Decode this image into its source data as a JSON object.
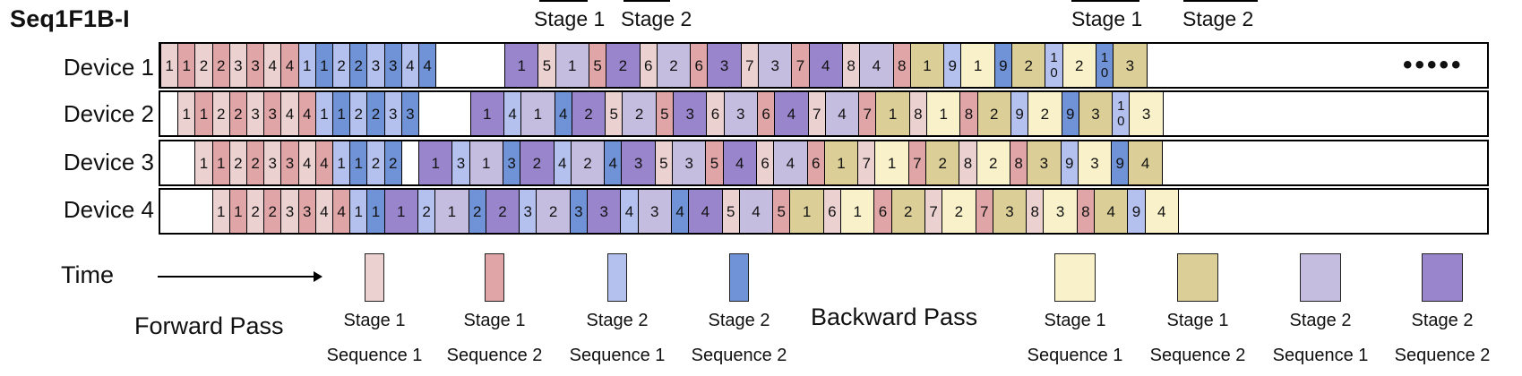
{
  "title": "Seq1F1B-I",
  "top_labels": [
    "Stage 1",
    "Stage 2",
    "Stage 1",
    "Stage 2"
  ],
  "ellipsis": "•••••",
  "colors": {
    "f_s1_q1": "#ecd1d1",
    "f_s1_q2": "#e0a5a7",
    "f_s2_q1": "#b4c1ef",
    "f_s2_q2": "#6f93d6",
    "b_s1_q1": "#f8f1c9",
    "b_s1_q2": "#dbcf97",
    "b_s2_q1": "#c4bddf",
    "b_s2_q2": "#9885cc"
  },
  "devices": [
    {
      "label": "Device 1",
      "cells": [
        {
          "t": "1",
          "c": "f_s1_q1"
        },
        {
          "t": "1",
          "c": "f_s1_q2"
        },
        {
          "t": "2",
          "c": "f_s1_q1"
        },
        {
          "t": "2",
          "c": "f_s1_q2"
        },
        {
          "t": "3",
          "c": "f_s1_q1"
        },
        {
          "t": "3",
          "c": "f_s1_q2"
        },
        {
          "t": "4",
          "c": "f_s1_q1"
        },
        {
          "t": "4",
          "c": "f_s1_q2"
        },
        {
          "t": "1",
          "c": "f_s2_q1"
        },
        {
          "t": "1",
          "c": "f_s2_q2"
        },
        {
          "t": "2",
          "c": "f_s2_q1"
        },
        {
          "t": "2",
          "c": "f_s2_q2"
        },
        {
          "t": "3",
          "c": "f_s2_q1"
        },
        {
          "t": "3",
          "c": "f_s2_q2"
        },
        {
          "t": "4",
          "c": "f_s2_q1"
        },
        {
          "t": "4",
          "c": "f_s2_q2"
        },
        {
          "t": "",
          "c": "empty"
        },
        {
          "t": "",
          "c": "empty"
        },
        {
          "t": "",
          "c": "empty"
        },
        {
          "t": "",
          "c": "empty"
        },
        {
          "t": "1",
          "c": "b_s2_q2"
        },
        {
          "t": "5",
          "c": "f_s1_q1"
        },
        {
          "t": "1",
          "c": "b_s2_q1"
        },
        {
          "t": "5",
          "c": "f_s1_q2"
        },
        {
          "t": "2",
          "c": "b_s2_q2"
        },
        {
          "t": "6",
          "c": "f_s1_q1"
        },
        {
          "t": "2",
          "c": "b_s2_q1"
        },
        {
          "t": "6",
          "c": "f_s1_q2"
        },
        {
          "t": "3",
          "c": "b_s2_q2"
        },
        {
          "t": "7",
          "c": "f_s1_q1"
        },
        {
          "t": "3",
          "c": "b_s2_q1"
        },
        {
          "t": "7",
          "c": "f_s1_q2"
        },
        {
          "t": "4",
          "c": "b_s2_q2"
        },
        {
          "t": "8",
          "c": "f_s1_q1"
        },
        {
          "t": "4",
          "c": "b_s2_q1"
        },
        {
          "t": "8",
          "c": "f_s1_q2"
        },
        {
          "t": "1",
          "c": "b_s1_q2"
        },
        {
          "t": "9",
          "c": "f_s2_q1"
        },
        {
          "t": "1",
          "c": "b_s1_q1"
        },
        {
          "t": "9",
          "c": "f_s2_q2"
        },
        {
          "t": "2",
          "c": "b_s1_q2"
        },
        {
          "t": "10",
          "c": "f_s2_q1"
        },
        {
          "t": "2",
          "c": "b_s1_q1"
        },
        {
          "t": "10",
          "c": "f_s2_q2"
        },
        {
          "t": "3",
          "c": "b_s1_q2"
        }
      ]
    },
    {
      "label": "Device 2",
      "cells": [
        {
          "t": "",
          "c": "empty"
        },
        {
          "t": "1",
          "c": "f_s1_q1"
        },
        {
          "t": "1",
          "c": "f_s1_q2"
        },
        {
          "t": "2",
          "c": "f_s1_q1"
        },
        {
          "t": "2",
          "c": "f_s1_q2"
        },
        {
          "t": "3",
          "c": "f_s1_q1"
        },
        {
          "t": "3",
          "c": "f_s1_q2"
        },
        {
          "t": "4",
          "c": "f_s1_q1"
        },
        {
          "t": "4",
          "c": "f_s1_q2"
        },
        {
          "t": "1",
          "c": "f_s2_q1"
        },
        {
          "t": "1",
          "c": "f_s2_q2"
        },
        {
          "t": "2",
          "c": "f_s2_q1"
        },
        {
          "t": "2",
          "c": "f_s2_q2"
        },
        {
          "t": "3",
          "c": "f_s2_q1"
        },
        {
          "t": "3",
          "c": "f_s2_q2"
        },
        {
          "t": "",
          "c": "empty"
        },
        {
          "t": "",
          "c": "empty"
        },
        {
          "t": "",
          "c": "empty"
        },
        {
          "t": "1",
          "c": "b_s2_q2"
        },
        {
          "t": "4",
          "c": "f_s2_q1"
        },
        {
          "t": "1",
          "c": "b_s2_q1"
        },
        {
          "t": "4",
          "c": "f_s2_q2"
        },
        {
          "t": "2",
          "c": "b_s2_q2"
        },
        {
          "t": "5",
          "c": "f_s1_q1"
        },
        {
          "t": "2",
          "c": "b_s2_q1"
        },
        {
          "t": "5",
          "c": "f_s1_q2"
        },
        {
          "t": "3",
          "c": "b_s2_q2"
        },
        {
          "t": "6",
          "c": "f_s1_q1"
        },
        {
          "t": "3",
          "c": "b_s2_q1"
        },
        {
          "t": "6",
          "c": "f_s1_q2"
        },
        {
          "t": "4",
          "c": "b_s2_q2"
        },
        {
          "t": "7",
          "c": "f_s1_q1"
        },
        {
          "t": "4",
          "c": "b_s2_q1"
        },
        {
          "t": "7",
          "c": "f_s1_q2"
        },
        {
          "t": "1",
          "c": "b_s1_q2"
        },
        {
          "t": "8",
          "c": "f_s1_q1"
        },
        {
          "t": "1",
          "c": "b_s1_q1"
        },
        {
          "t": "8",
          "c": "f_s1_q2"
        },
        {
          "t": "2",
          "c": "b_s1_q2"
        },
        {
          "t": "9",
          "c": "f_s2_q1"
        },
        {
          "t": "2",
          "c": "b_s1_q1"
        },
        {
          "t": "9",
          "c": "f_s2_q2"
        },
        {
          "t": "3",
          "c": "b_s1_q2"
        },
        {
          "t": "10",
          "c": "f_s2_q1"
        },
        {
          "t": "3",
          "c": "b_s1_q1"
        }
      ]
    },
    {
      "label": "Device 3",
      "cells": [
        {
          "t": "",
          "c": "empty"
        },
        {
          "t": "",
          "c": "empty"
        },
        {
          "t": "1",
          "c": "f_s1_q1"
        },
        {
          "t": "1",
          "c": "f_s1_q2"
        },
        {
          "t": "2",
          "c": "f_s1_q1"
        },
        {
          "t": "2",
          "c": "f_s1_q2"
        },
        {
          "t": "3",
          "c": "f_s1_q1"
        },
        {
          "t": "3",
          "c": "f_s1_q2"
        },
        {
          "t": "4",
          "c": "f_s1_q1"
        },
        {
          "t": "4",
          "c": "f_s1_q2"
        },
        {
          "t": "1",
          "c": "f_s2_q1"
        },
        {
          "t": "1",
          "c": "f_s2_q2"
        },
        {
          "t": "2",
          "c": "f_s2_q1"
        },
        {
          "t": "2",
          "c": "f_s2_q2"
        },
        {
          "t": "",
          "c": "empty"
        },
        {
          "t": "1",
          "c": "b_s2_q2"
        },
        {
          "t": "3",
          "c": "f_s2_q1"
        },
        {
          "t": "1",
          "c": "b_s2_q1"
        },
        {
          "t": "3",
          "c": "f_s2_q2"
        },
        {
          "t": "2",
          "c": "b_s2_q2"
        },
        {
          "t": "4",
          "c": "f_s2_q1"
        },
        {
          "t": "2",
          "c": "b_s2_q1"
        },
        {
          "t": "4",
          "c": "f_s2_q2"
        },
        {
          "t": "3",
          "c": "b_s2_q2"
        },
        {
          "t": "5",
          "c": "f_s1_q1"
        },
        {
          "t": "3",
          "c": "b_s2_q1"
        },
        {
          "t": "5",
          "c": "f_s1_q2"
        },
        {
          "t": "4",
          "c": "b_s2_q2"
        },
        {
          "t": "6",
          "c": "f_s1_q1"
        },
        {
          "t": "4",
          "c": "b_s2_q1"
        },
        {
          "t": "6",
          "c": "f_s1_q2"
        },
        {
          "t": "1",
          "c": "b_s1_q2"
        },
        {
          "t": "7",
          "c": "f_s1_q1"
        },
        {
          "t": "1",
          "c": "b_s1_q1"
        },
        {
          "t": "7",
          "c": "f_s1_q2"
        },
        {
          "t": "2",
          "c": "b_s1_q2"
        },
        {
          "t": "8",
          "c": "f_s1_q1"
        },
        {
          "t": "2",
          "c": "b_s1_q1"
        },
        {
          "t": "8",
          "c": "f_s1_q2"
        },
        {
          "t": "3",
          "c": "b_s1_q2"
        },
        {
          "t": "9",
          "c": "f_s2_q1"
        },
        {
          "t": "3",
          "c": "b_s1_q1"
        },
        {
          "t": "9",
          "c": "f_s2_q2"
        },
        {
          "t": "4",
          "c": "b_s1_q2"
        }
      ]
    },
    {
      "label": "Device 4",
      "cells": [
        {
          "t": "",
          "c": "empty"
        },
        {
          "t": "",
          "c": "empty"
        },
        {
          "t": "",
          "c": "empty"
        },
        {
          "t": "1",
          "c": "f_s1_q1"
        },
        {
          "t": "1",
          "c": "f_s1_q2"
        },
        {
          "t": "2",
          "c": "f_s1_q1"
        },
        {
          "t": "2",
          "c": "f_s1_q2"
        },
        {
          "t": "3",
          "c": "f_s1_q1"
        },
        {
          "t": "3",
          "c": "f_s1_q2"
        },
        {
          "t": "4",
          "c": "f_s1_q1"
        },
        {
          "t": "4",
          "c": "f_s1_q2"
        },
        {
          "t": "1",
          "c": "f_s2_q1"
        },
        {
          "t": "1",
          "c": "f_s2_q2"
        },
        {
          "t": "1",
          "c": "b_s2_q2"
        },
        {
          "t": "2",
          "c": "f_s2_q1"
        },
        {
          "t": "1",
          "c": "b_s2_q1"
        },
        {
          "t": "2",
          "c": "f_s2_q2"
        },
        {
          "t": "2",
          "c": "b_s2_q2"
        },
        {
          "t": "3",
          "c": "f_s2_q1"
        },
        {
          "t": "2",
          "c": "b_s2_q1"
        },
        {
          "t": "3",
          "c": "f_s2_q2"
        },
        {
          "t": "3",
          "c": "b_s2_q2"
        },
        {
          "t": "4",
          "c": "f_s2_q1"
        },
        {
          "t": "3",
          "c": "b_s2_q1"
        },
        {
          "t": "4",
          "c": "f_s2_q2"
        },
        {
          "t": "4",
          "c": "b_s2_q2"
        },
        {
          "t": "5",
          "c": "f_s1_q1"
        },
        {
          "t": "4",
          "c": "b_s2_q1"
        },
        {
          "t": "5",
          "c": "f_s1_q2"
        },
        {
          "t": "1",
          "c": "b_s1_q2"
        },
        {
          "t": "6",
          "c": "f_s1_q1"
        },
        {
          "t": "1",
          "c": "b_s1_q1"
        },
        {
          "t": "6",
          "c": "f_s1_q2"
        },
        {
          "t": "2",
          "c": "b_s1_q2"
        },
        {
          "t": "7",
          "c": "f_s1_q1"
        },
        {
          "t": "2",
          "c": "b_s1_q1"
        },
        {
          "t": "7",
          "c": "f_s1_q2"
        },
        {
          "t": "3",
          "c": "b_s1_q2"
        },
        {
          "t": "8",
          "c": "f_s1_q1"
        },
        {
          "t": "3",
          "c": "b_s1_q1"
        },
        {
          "t": "8",
          "c": "f_s1_q2"
        },
        {
          "t": "4",
          "c": "b_s1_q2"
        },
        {
          "t": "9",
          "c": "f_s2_q1"
        },
        {
          "t": "4",
          "c": "b_s1_q1"
        }
      ]
    }
  ],
  "time_label": "Time",
  "forward_label": "Forward Pass",
  "backward_label": "Backward Pass",
  "legend": [
    {
      "c": "f_s1_q1",
      "stage": "Stage 1",
      "seq": "Sequence 1"
    },
    {
      "c": "f_s1_q2",
      "stage": "Stage 1",
      "seq": "Sequence 2"
    },
    {
      "c": "f_s2_q1",
      "stage": "Stage 2",
      "seq": "Sequence 1"
    },
    {
      "c": "f_s2_q2",
      "stage": "Stage 2",
      "seq": "Sequence 2"
    },
    {
      "c": "b_s1_q1",
      "stage": "Stage 1",
      "seq": "Sequence 1"
    },
    {
      "c": "b_s1_q2",
      "stage": "Stage 1",
      "seq": "Sequence 2"
    },
    {
      "c": "b_s2_q1",
      "stage": "Stage 2",
      "seq": "Sequence 1"
    },
    {
      "c": "b_s2_q2",
      "stage": "Stage 2",
      "seq": "Sequence 2"
    }
  ]
}
